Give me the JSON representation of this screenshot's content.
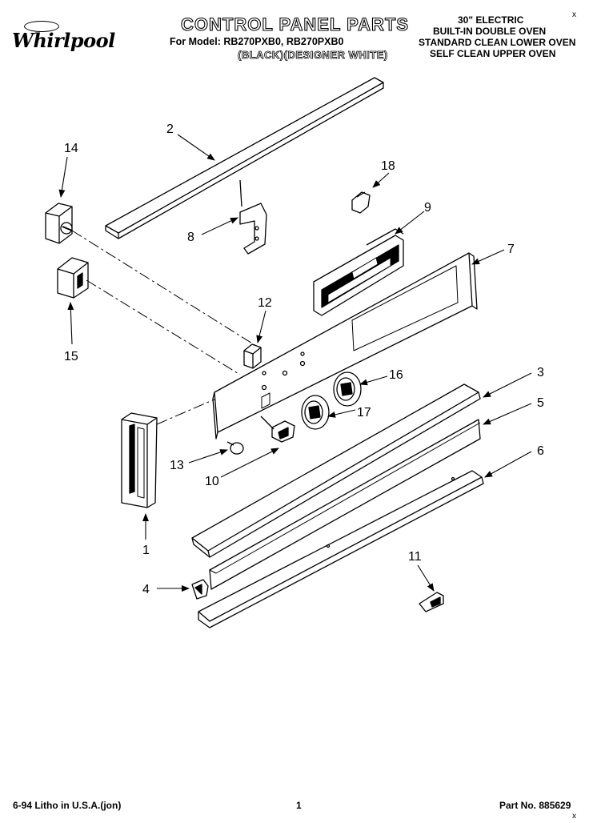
{
  "header": {
    "brand": "Whirlpool",
    "title": "CONTROL PANEL PARTS",
    "model_line": "For Model: RB270PXB0, RB270PXB0",
    "finish": "(BLACK)(DESIGNER WHITE)",
    "spec_lines": [
      "30\" ELECTRIC",
      "BUILT-IN DOUBLE OVEN",
      "STANDARD CLEAN LOWER OVEN",
      "SELF CLEAN UPPER OVEN"
    ],
    "corner_mark": "x"
  },
  "callouts": [
    "1",
    "2",
    "3",
    "4",
    "5",
    "6",
    "7",
    "8",
    "9",
    "10",
    "11",
    "12",
    "13",
    "14",
    "15",
    "16",
    "17",
    "18"
  ],
  "footer": {
    "litho": "6-94 Litho in U.S.A.(jon)",
    "page": "1",
    "part_no": "Part No. 885629",
    "corner_mark": "x"
  }
}
